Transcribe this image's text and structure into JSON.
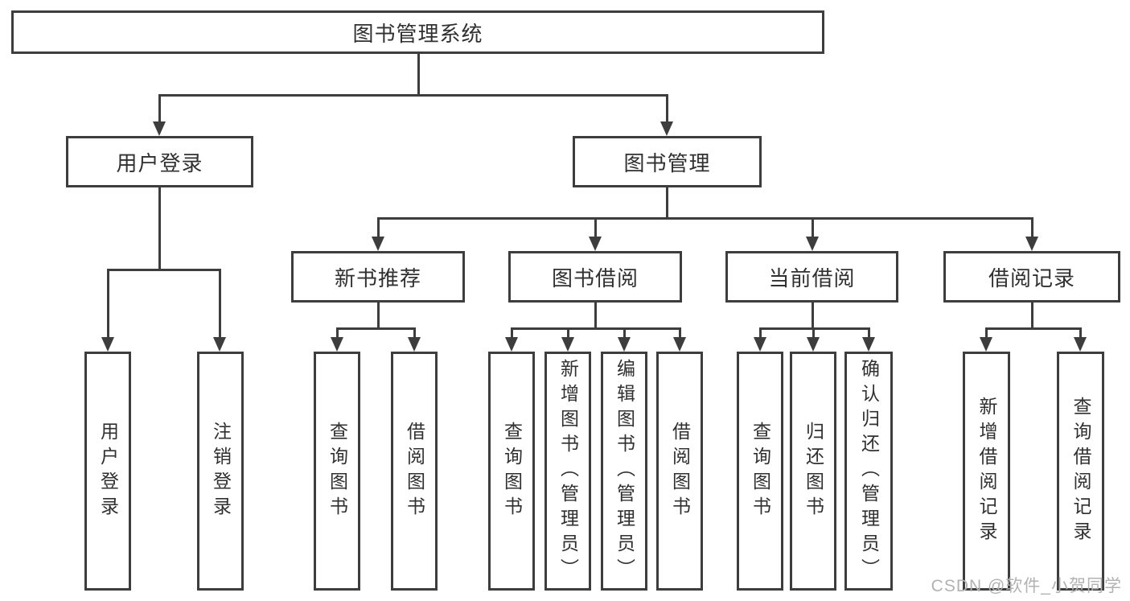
{
  "colors": {
    "line": "#3d3d3d",
    "text": "#303030",
    "box_background": "#ffffff",
    "page_background": "#ffffff",
    "watermark": "#b2b2b2"
  },
  "watermark": {
    "label": "CSDN @软件_小贺同学"
  },
  "tree": {
    "root": {
      "label": "图书管理系统"
    },
    "branches": [
      {
        "label": "用户登录",
        "children": [
          {
            "label": "用户登录"
          },
          {
            "label": "注销登录"
          }
        ]
      },
      {
        "label": "图书管理",
        "groups": [
          {
            "label": "新书推荐",
            "children": [
              {
                "label": "查询图书"
              },
              {
                "label": "借阅图书"
              }
            ]
          },
          {
            "label": "图书借阅",
            "children": [
              {
                "label": "查询图书"
              },
              {
                "label": "新增图书（管理员）"
              },
              {
                "label": "编辑图书（管理员）"
              },
              {
                "label": "借阅图书"
              }
            ]
          },
          {
            "label": "当前借阅",
            "children": [
              {
                "label": "查询图书"
              },
              {
                "label": "归还图书"
              },
              {
                "label": "确认归还（管理员）"
              }
            ]
          },
          {
            "label": "借阅记录",
            "children": [
              {
                "label": "新增借阅记录"
              },
              {
                "label": "查询借阅记录"
              }
            ]
          }
        ]
      }
    ]
  }
}
